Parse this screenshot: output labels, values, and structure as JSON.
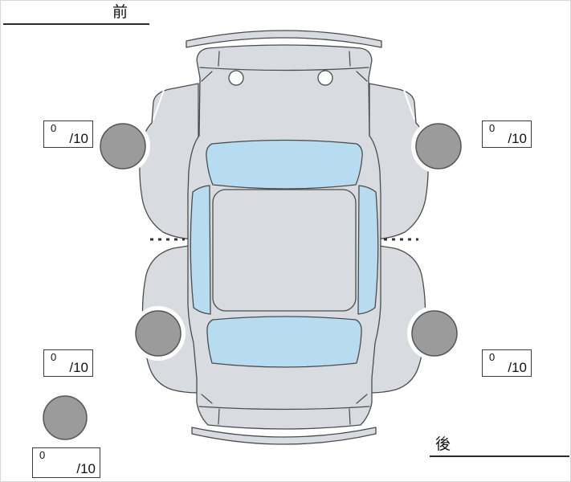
{
  "diagram": {
    "front_label": "前",
    "rear_label": "後",
    "score_boxes": [
      {
        "id": "front-left",
        "value": "0",
        "max": "/10"
      },
      {
        "id": "front-right",
        "value": "0",
        "max": "/10"
      },
      {
        "id": "rear-left",
        "value": "0",
        "max": "/10"
      },
      {
        "id": "rear-right",
        "value": "0",
        "max": "/10"
      },
      {
        "id": "spare",
        "value": "0",
        "max": "/10"
      }
    ],
    "colors": {
      "body": "#d8dce0",
      "window": "#b7dcf1",
      "tire": "#9b9b9b",
      "outline": "#4b4b4b",
      "background": "#ffffff"
    }
  }
}
